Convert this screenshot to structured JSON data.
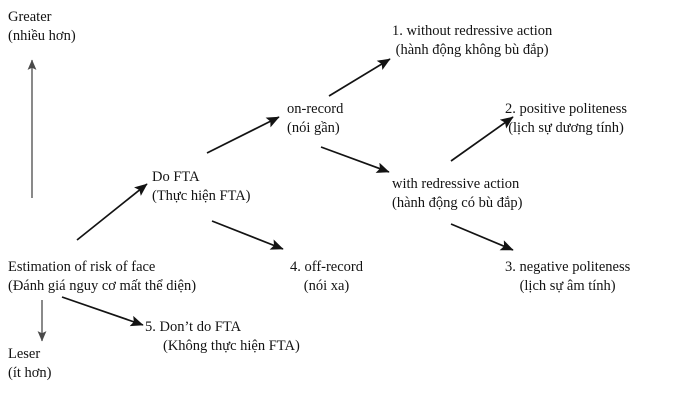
{
  "diagram": {
    "title": "Estimation of risk of face — FTA strategy branching diagram",
    "ink_color": "#131313",
    "scale_axis": {
      "top_label_en": "Greater",
      "top_label_vi": "(nhiều hơn)",
      "bottom_label_en": "Leser",
      "bottom_label_vi": "(ít hơn)"
    },
    "nodes": [
      {
        "id": "estimation",
        "line1": "Estimation of risk of face",
        "line2": "(Đánh giá nguy cơ mất thể diện)"
      },
      {
        "id": "do_fta",
        "line1": "Do FTA",
        "line2": "(Thực hiện FTA)"
      },
      {
        "id": "dont_do_fta",
        "line1": "5. Don’t do FTA",
        "line2": "(Không thực hiện FTA)"
      },
      {
        "id": "on_record",
        "line1": "on-record",
        "line2": "(nói gần)"
      },
      {
        "id": "off_record",
        "line1": "4. off-record",
        "line2": "(nói xa)"
      },
      {
        "id": "without_redressive",
        "line1": "1. without redressive action",
        "line2": "(hành động không bù đắp)"
      },
      {
        "id": "with_redressive",
        "line1": "with redressive action",
        "line2": "(hành động có bù đắp)"
      },
      {
        "id": "positive_politeness",
        "line1": "2. positive politeness",
        "line2": "(lịch sự dương tính)"
      },
      {
        "id": "negative_politeness",
        "line1": "3. negative politeness",
        "line2": "(lịch sự âm tính)"
      }
    ],
    "edges": [
      {
        "id": "scale-up",
        "from": "axis-bottom",
        "to": "greater"
      },
      {
        "id": "scale-down",
        "from": "estimation",
        "to": "leser"
      },
      {
        "id": "est-dofta",
        "from": "estimation",
        "to": "do_fta"
      },
      {
        "id": "est-dontdo",
        "from": "estimation",
        "to": "dont_do_fta"
      },
      {
        "id": "dofta-on",
        "from": "do_fta",
        "to": "on_record"
      },
      {
        "id": "dofta-off",
        "from": "do_fta",
        "to": "off_record"
      },
      {
        "id": "on-without",
        "from": "on_record",
        "to": "without_redressive"
      },
      {
        "id": "on-with",
        "from": "on_record",
        "to": "with_redressive"
      },
      {
        "id": "with-positive",
        "from": "with_redressive",
        "to": "positive_politeness"
      },
      {
        "id": "with-negative",
        "from": "with_redressive",
        "to": "negative_politeness"
      }
    ]
  }
}
